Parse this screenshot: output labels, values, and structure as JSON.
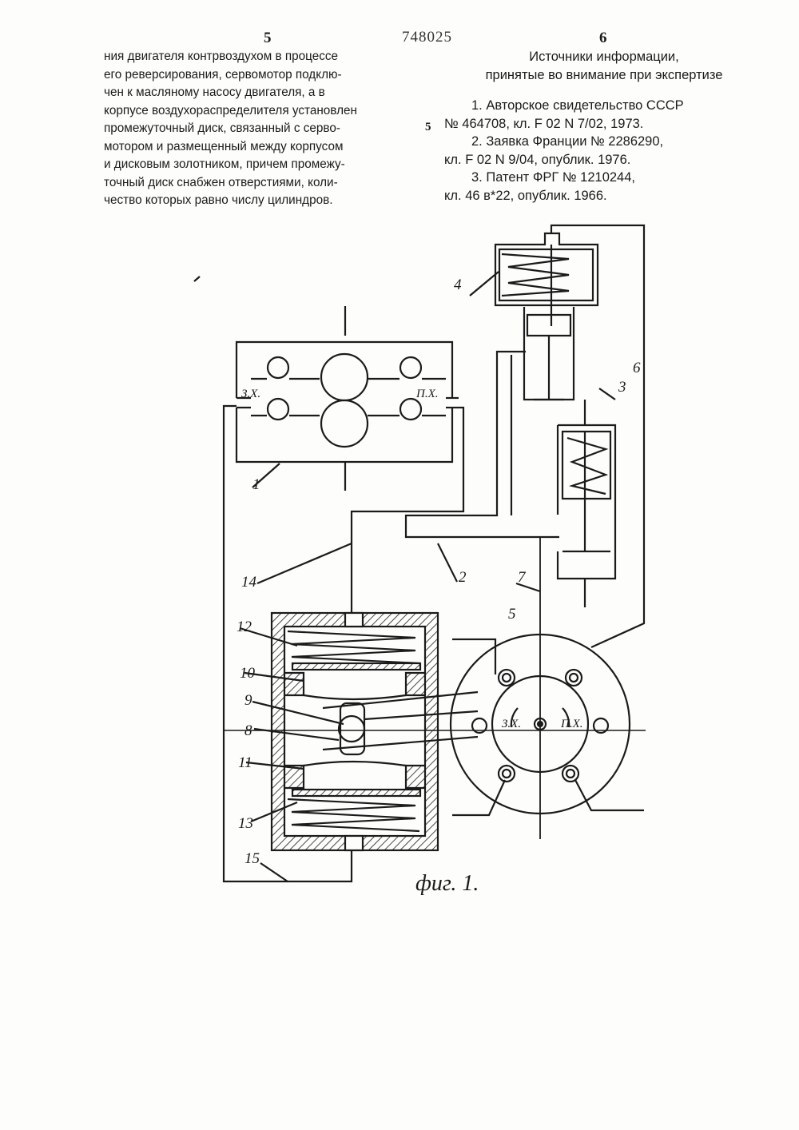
{
  "header": {
    "left_page": "5",
    "doc_number": "748025",
    "right_page": "6"
  },
  "left_column": {
    "lines": [
      "ния двигателя контрвоздухом  в процессе",
      "его реверсирования, сервомотор подклю-",
      "чен к масляному насосу двигателя, а в",
      "корпусе воздухораспределителя установлен",
      "промежуточный диск, связанный с серво-",
      "мотором и размещенный между корпусом",
      "и дисковым золотником, причем промежу-",
      "точный диск снабжен отверстиями, коли-",
      "чество которых равно числу цилиндров."
    ]
  },
  "margin_number": "5",
  "right_column": {
    "heading_1": "Источники информации,",
    "heading_2": "принятые во внимание при экспертизе",
    "lines": [
      "1. Авторское свидетельство СССР",
      "№ 464708, кл.  F 02 N 7/02, 1973.",
      "2. Заявка Франции № 2286290,",
      "кл.  F 02 N 9/04, опублик. 1976.",
      "3. Патент ФРГ № 1210244,",
      "кл. 46 в*22, опублик. 1966."
    ]
  },
  "figure": {
    "caption": "фиг. 1.",
    "labels": {
      "l1": "1",
      "l2": "2",
      "l3": "3",
      "l4": "4",
      "l5": "5",
      "l6": "6",
      "l7": "7",
      "l8": "8",
      "l9": "9",
      "l10": "10",
      "l11": "11",
      "l12": "12",
      "l13": "13",
      "l14": "14",
      "l15": "15"
    },
    "mode_labels": {
      "reverse": "З.Х.",
      "forward": "П.Х.",
      "reverse_lower": "З.Х.",
      "forward_lower": "П.Х."
    }
  }
}
